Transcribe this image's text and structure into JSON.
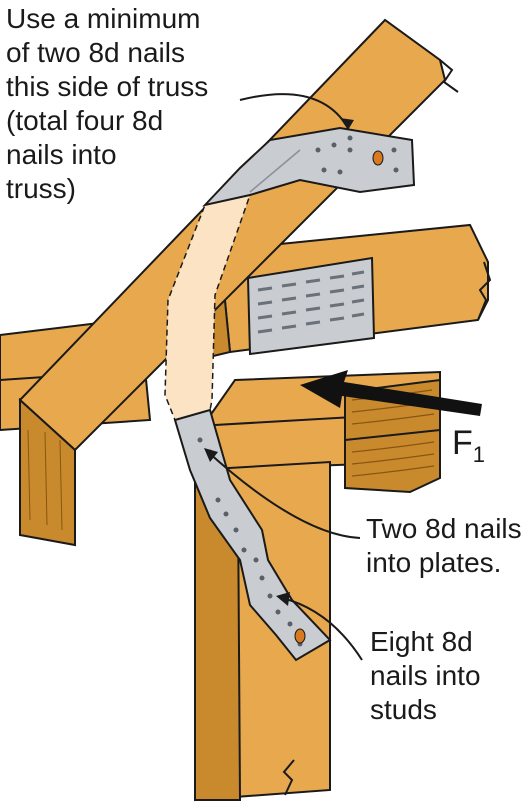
{
  "annotations": {
    "truss_note": "Use a minimum\nof two 8d nails\nthis side of truss\n(total four 8d\nnails into\ntruss)",
    "plates_note": "Two 8d nails\ninto plates.",
    "studs_note": "Eight 8d\nnails into\nstuds",
    "force_label": "F",
    "force_subscript": "1"
  },
  "colors": {
    "wood_face": "#e8a84e",
    "wood_side": "#c98a2e",
    "wood_dark": "#a86c1c",
    "outline": "#1a1a1a",
    "metal": "#c9ccd1",
    "metal_dark": "#9aa0a8",
    "hidden_strap": "#fbe3c4",
    "arrow": "#111111"
  }
}
